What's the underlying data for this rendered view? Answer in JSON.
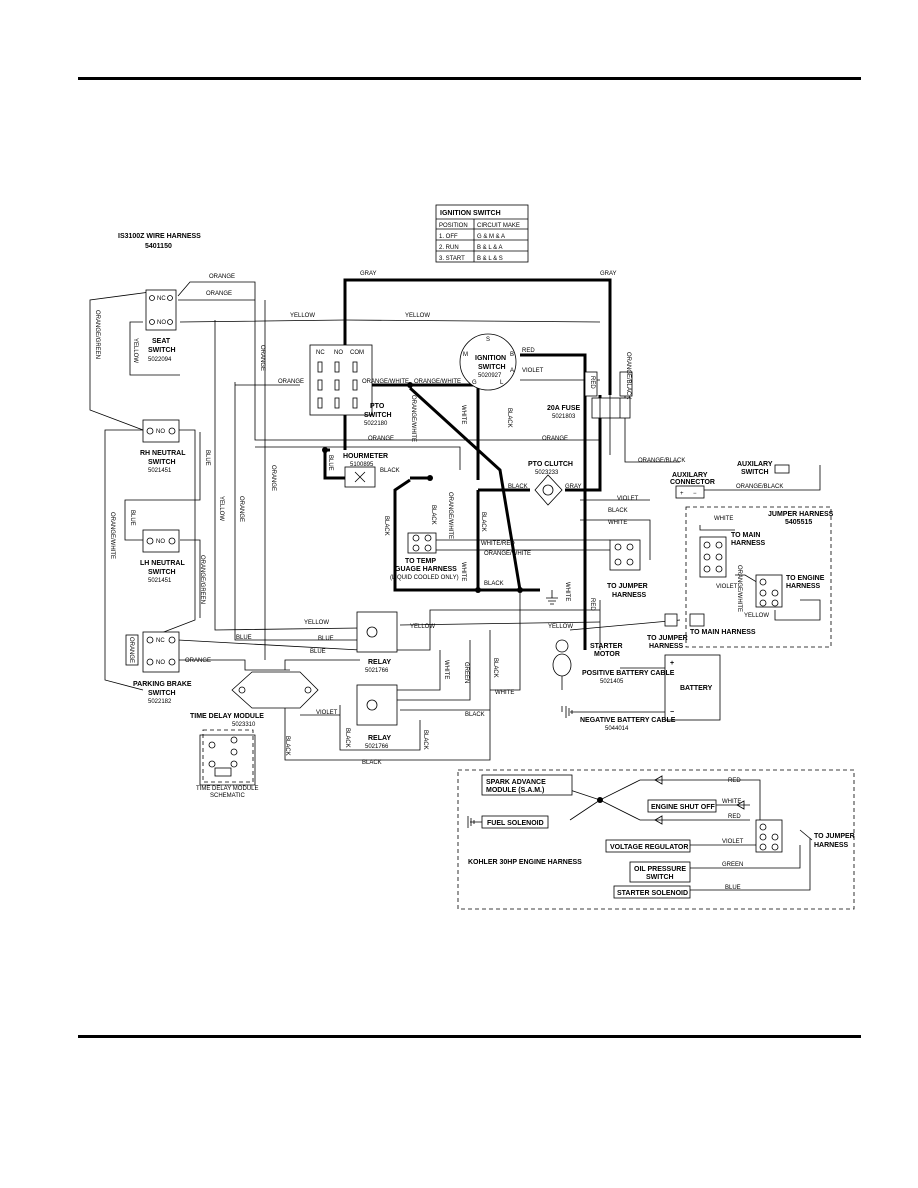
{
  "title": "IS3100Z WIRE HARNESS",
  "part_no": "5401150",
  "ignition_table": {
    "heading": "IGNITION SWITCH",
    "col1": "POSITION",
    "col2": "CIRCUIT MAKE",
    "rows": [
      [
        "1. OFF",
        "G & M & A"
      ],
      [
        "2. RUN",
        "B & L & A"
      ],
      [
        "3. START",
        "B & L & S"
      ]
    ]
  },
  "components": {
    "seat": {
      "name1": "SEAT",
      "name2": "SWITCH",
      "num": "5022094"
    },
    "rh_neutral": {
      "name1": "RH NEUTRAL",
      "name2": "SWITCH",
      "num": "5021451"
    },
    "lh_neutral": {
      "name1": "LH NEUTRAL",
      "name2": "SWITCH",
      "num": "5021451"
    },
    "parking": {
      "name1": "PARKING BRAKE",
      "name2": "SWITCH",
      "num": "5022182"
    },
    "pto": {
      "name1": "PTO",
      "name2": "SWITCH",
      "num": "5022180"
    },
    "ignition": {
      "name1": "IGNITION",
      "name2": "SWITCH",
      "num": "5020927"
    },
    "hourmeter": {
      "name": "HOURMETER",
      "num": "5100895"
    },
    "fuse": {
      "name": "20A FUSE",
      "num": "5021803"
    },
    "clutch": {
      "name": "PTO CLUTCH",
      "num": "5023233"
    },
    "temp": {
      "name1": "TO TEMP",
      "name2": "GUAGE HARNESS",
      "name3": "(LIQUID COOLED ONLY)"
    },
    "relay1": {
      "name": "RELAY",
      "num": "5021766"
    },
    "relay2": {
      "name": "RELAY",
      "num": "5021766"
    },
    "tdm": {
      "name": "TIME DELAY MODULE",
      "num": "5023310",
      "schematic1": "TIME DELAY MODULE",
      "schematic2": "SCHEMATIC"
    },
    "aux_switch": {
      "name1": "AUXILARY",
      "name2": "SWITCH"
    },
    "aux_conn": {
      "name1": "AUXILARY",
      "name2": "CONNECTOR"
    },
    "jumper": {
      "name": "JUMPER HARNESS",
      "num": "5405515",
      "to_main1": "TO MAIN",
      "to_main2": "HARNESS",
      "to_engine1": "TO ENGINE",
      "to_engine2": "HARNESS",
      "to_main_harness": "TO MAIN HARNESS"
    },
    "to_jumper": {
      "a1": "TO JUMPER",
      "a2": "HARNESS",
      "b1": "TO JUMPER",
      "b2": "HARNESS",
      "c1": "TO JUMPER",
      "c2": "HARNESS"
    },
    "starter": {
      "name1": "STARTER",
      "name2": "MOTOR"
    },
    "battery": {
      "name": "BATTERY",
      "plus": "+",
      "minus": "−"
    },
    "pos_cable": {
      "name": "POSITIVE BATTERY CABLE",
      "num": "5021405"
    },
    "neg_cable": {
      "name": "NEGATIVE BATTERY CABLE",
      "num": "5044014"
    }
  },
  "engine": {
    "title": "KOHLER 30HP ENGINE HARNESS",
    "spark1": "SPARK ADVANCE",
    "spark2": "MODULE (S.A.M.)",
    "fuel": "FUEL SOLENOID",
    "shutoff": "ENGINE SHUT OFF",
    "regulator": "VOLTAGE REGULATOR",
    "oil1": "OIL PRESSURE",
    "oil2": "SWITCH",
    "starter_sol": "STARTER SOLENOID"
  },
  "wire_labels": {
    "orange": "ORANGE",
    "yellow": "YELLOW",
    "gray": "GRAY",
    "red": "RED",
    "violet": "VIOLET",
    "black": "BLACK",
    "blue": "BLUE",
    "white": "WHITE",
    "green": "GREEN",
    "orange_white": "ORANGE/WHITE",
    "orange_green": "ORANGE/GREEN",
    "orange_black": "ORANGE/BLACK",
    "white_red": "WHITE/RED"
  },
  "pin_labels": {
    "nc": "NC",
    "no": "NO",
    "com": "COM"
  }
}
